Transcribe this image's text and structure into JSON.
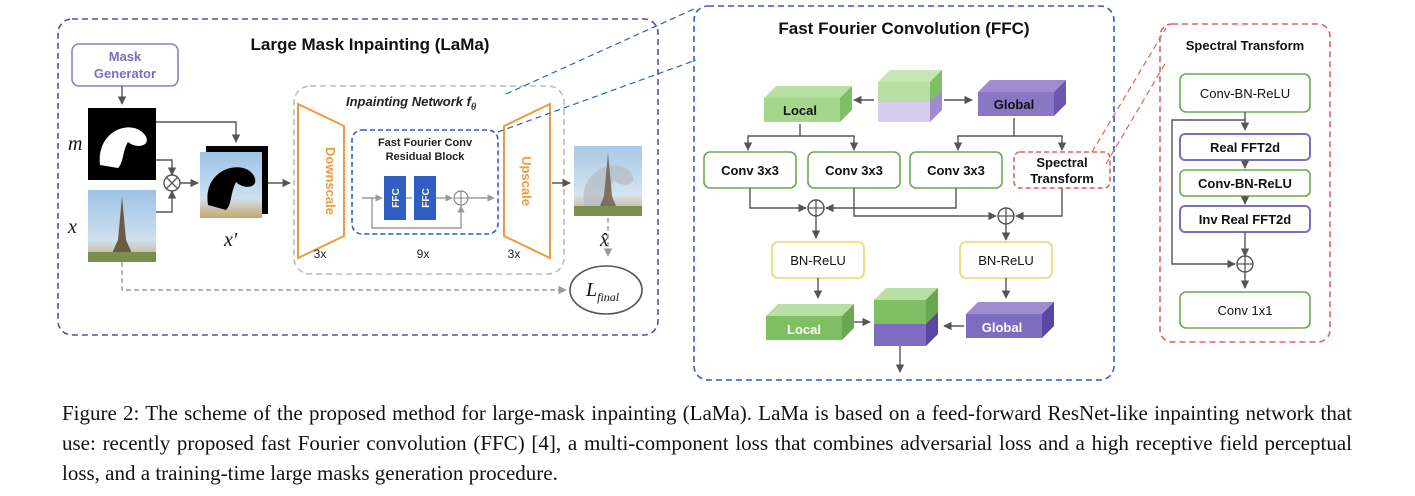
{
  "lama_panel": {
    "title": "Large Mask Inpainting (LaMa)",
    "mask_generator": [
      "Mask",
      "Generator"
    ],
    "var_m": "m",
    "var_x": "x",
    "var_xprime": "x′",
    "var_xhat": "x̂",
    "network_title": "Inpainting Network f",
    "network_subscript": "θ",
    "downscale": "Downscale",
    "upscale": "Upscale",
    "ffc_block": [
      "Fast Fourier Conv",
      "Residual Block"
    ],
    "ffc": "FFC",
    "count_down": "3x",
    "count_mid": "9x",
    "count_up": "3x",
    "loss_main": "L",
    "loss_sub": "final"
  },
  "ffc_panel": {
    "title": "Fast Fourier Convolution (FFC)",
    "local": "Local",
    "global": "Global",
    "conv_a": "Conv 3x3",
    "conv_b": "Conv 3x3",
    "conv_c": "Conv 3x3",
    "spectral": [
      "Spectral",
      "Transform"
    ],
    "bnrelu_left": "BN-ReLU",
    "bnrelu_right": "BN-ReLU",
    "local_out": "Local",
    "global_out": "Global"
  },
  "spectral_panel": {
    "title": "Spectral Transform",
    "steps": [
      "Conv-BN-ReLU",
      "Real FFT2d",
      "Conv-BN-ReLU",
      "Inv Real FFT2d"
    ],
    "final": "Conv 1x1"
  },
  "caption": "Figure 2: The scheme of the proposed method for large-mask inpainting (LaMa). LaMa is based on a feed-forward ResNet-like inpainting network that use: recently proposed fast Fourier convolution (FFC) [4], a multi-component loss that combines adversarial loss and a high receptive field perceptual loss, and a training-time large masks generation procedure.",
  "colors": {
    "purple_border": "#5b4e9e",
    "blue_border": "#2f5fc4",
    "red_border": "#e0625a",
    "orange": "#ef9a3d",
    "green_box": "#6aa84f",
    "local_green": "#8fce72",
    "global_purple": "#8a76c2",
    "violet_box": "#7e6cc0"
  }
}
